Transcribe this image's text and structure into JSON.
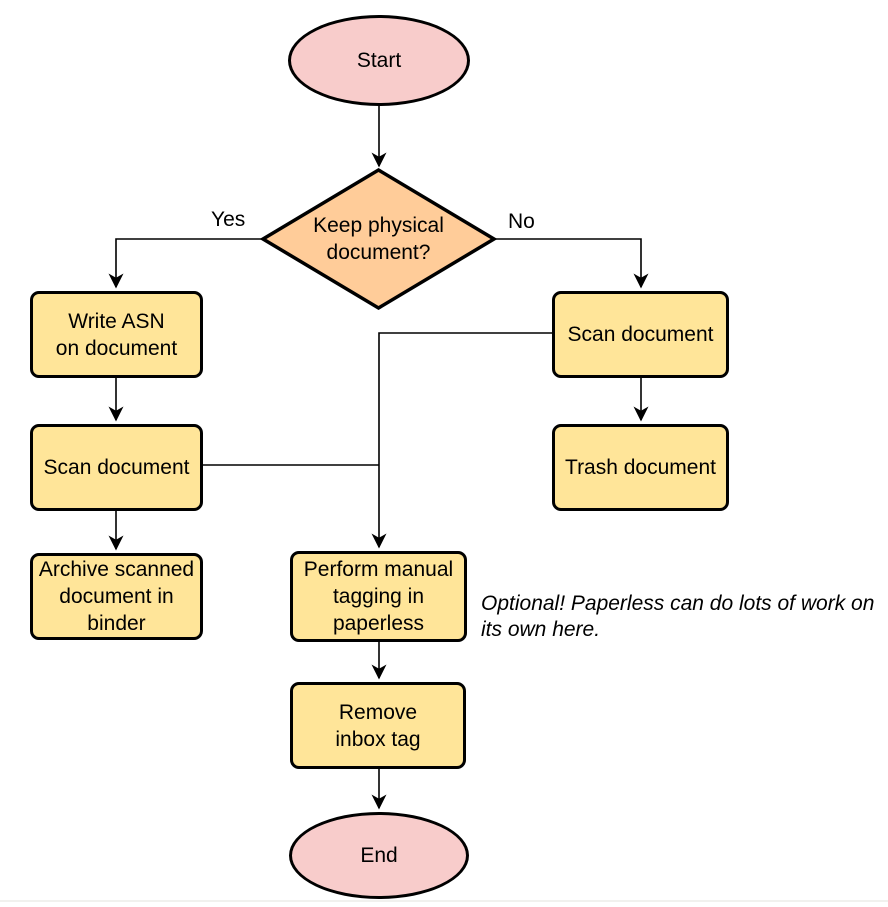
{
  "diagram": {
    "nodes": {
      "start": {
        "label": "Start",
        "type": "terminal"
      },
      "decision": {
        "label": "Keep physical\ndocument?",
        "type": "decision"
      },
      "write_asn": {
        "label": "Write ASN\non document",
        "type": "process"
      },
      "scan_left": {
        "label": "Scan document",
        "type": "process"
      },
      "archive": {
        "label": "Archive scanned\ndocument in\nbinder",
        "type": "process"
      },
      "scan_right": {
        "label": "Scan document",
        "type": "process"
      },
      "trash": {
        "label": "Trash document",
        "type": "process"
      },
      "tagging": {
        "label": "Perform manual\ntagging in\npaperless",
        "type": "process"
      },
      "remove_inbox": {
        "label": "Remove\ninbox tag",
        "type": "process"
      },
      "end": {
        "label": "End",
        "type": "terminal"
      }
    },
    "edge_labels": {
      "yes": "Yes",
      "no": "No"
    },
    "note": "Optional! Paperless can do lots of work on\nits own here.",
    "colors": {
      "terminal_fill": "#f8cccb",
      "decision_fill": "#ffcc99",
      "process_fill": "#ffe599",
      "stroke": "#000000",
      "background": "#ffffff"
    }
  }
}
